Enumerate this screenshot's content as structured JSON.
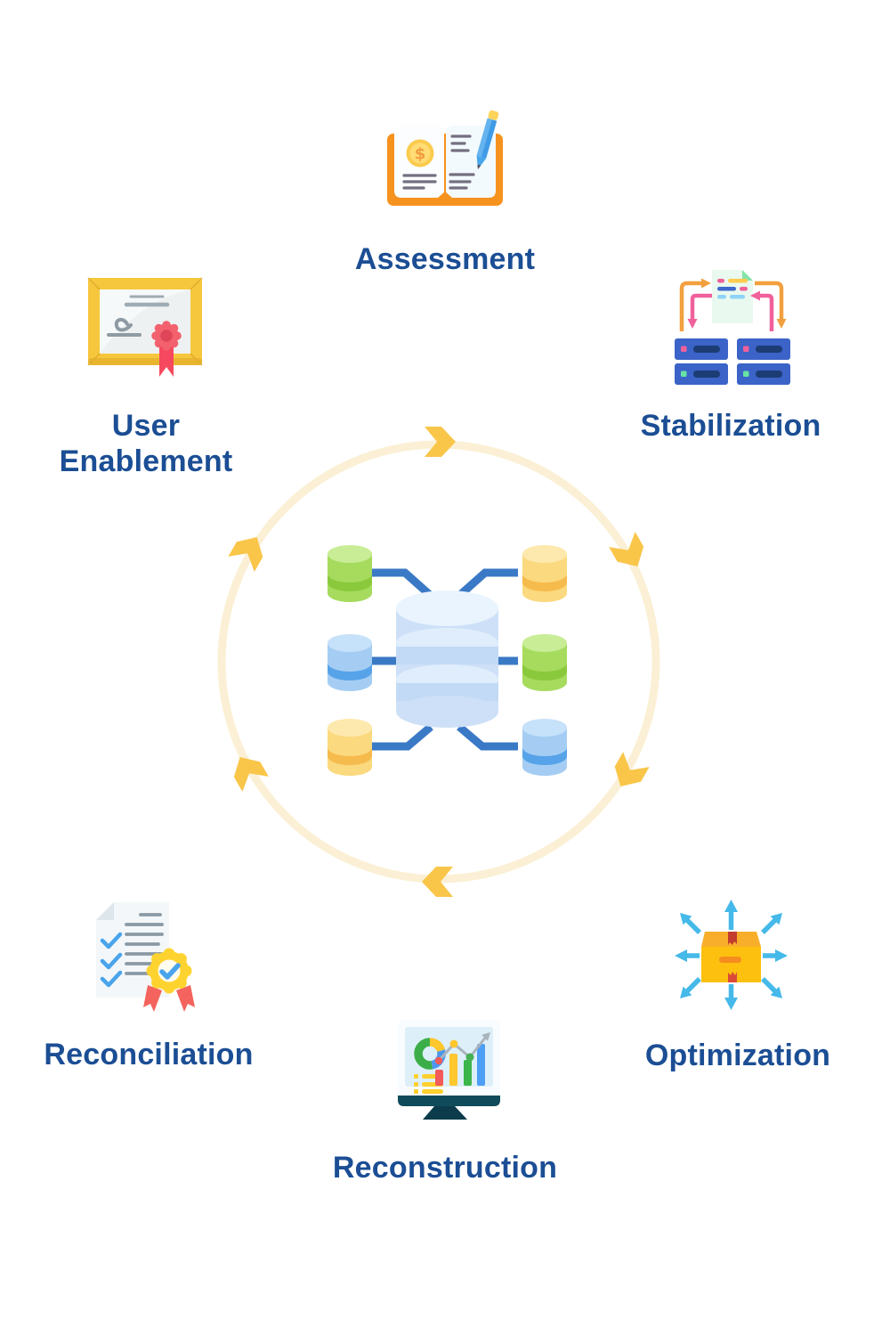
{
  "diagram": {
    "type": "cycle",
    "center_icon": "database-network",
    "stages": [
      {
        "label": "Assessment",
        "icon": "open-book-ledger",
        "position": "top"
      },
      {
        "label": "Stabilization",
        "icon": "server-sync",
        "position": "upper-right"
      },
      {
        "label": "Optimization",
        "icon": "box-distribution",
        "position": "lower-right"
      },
      {
        "label": "Reconstruction",
        "icon": "analytics-monitor",
        "position": "bottom"
      },
      {
        "label": "Reconciliation",
        "icon": "checklist-certified",
        "position": "lower-left"
      },
      {
        "label": "User Enablement",
        "icon": "framed-certificate",
        "position": "upper-left"
      }
    ],
    "colors": {
      "label_text": "#1B4E94",
      "ring": "#FBF0D5",
      "arrow": "#F9C64A",
      "background": "#FFFFFF",
      "connector_blue": "#3A79C6",
      "db_green": "#A6DB5E",
      "db_yellow": "#FBD97E",
      "db_blue": "#A5CDF3"
    }
  }
}
